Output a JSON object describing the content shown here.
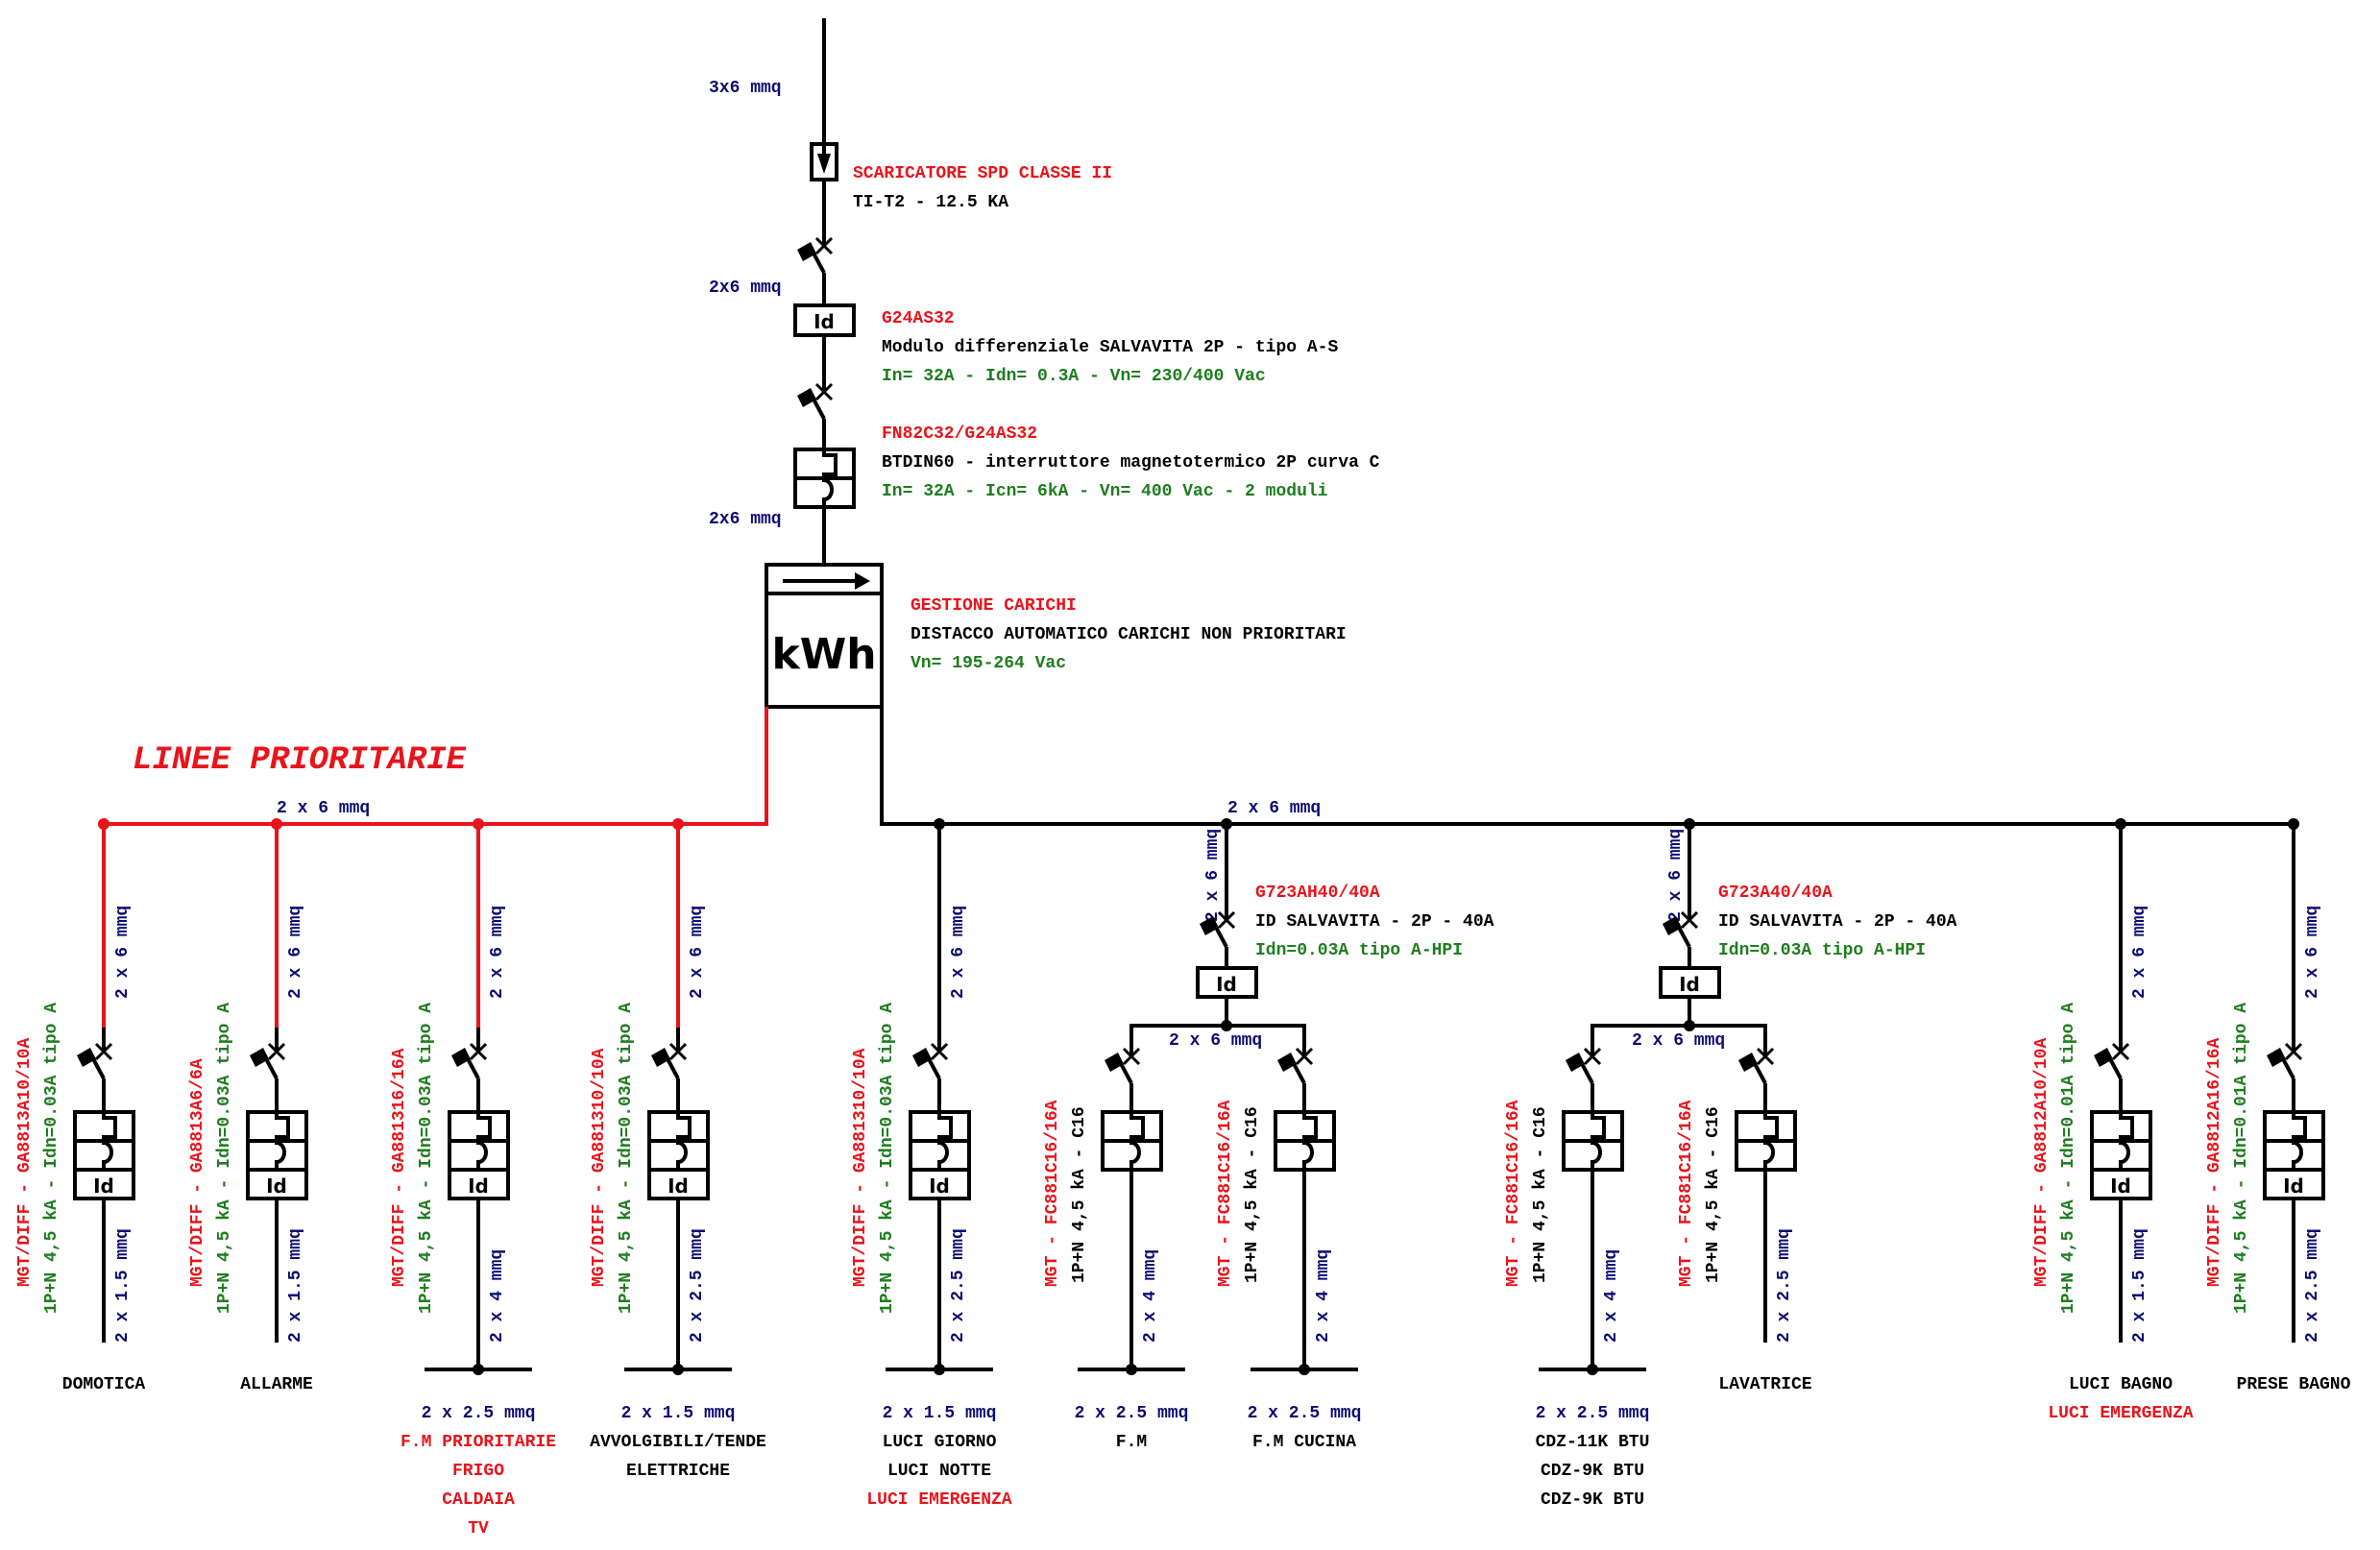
{
  "colors": {
    "red": "#e8141b",
    "green": "#1e7d1e",
    "navy": "#0d0d73",
    "black": "#000000"
  },
  "header_labels": {
    "cable_in": "3x6 mmq",
    "cable_after_spd": "2x6 mmq",
    "cable_after_mt": "2x6 mmq"
  },
  "spd": {
    "code": "SCARICATORE SPD CLASSE II",
    "desc": "TI-T2 -   12.5 KA"
  },
  "main_diff": {
    "code": "G24AS32",
    "desc": "Modulo differenziale SALVAVITA 2P - tipo A-S",
    "spec": "In= 32A - Idn= 0.3A - Vn= 230/400 Vac",
    "symbol": "Id"
  },
  "main_mt": {
    "code": "FN82C32/G24AS32",
    "desc": "BTDIN60 - interruttore magnetotermico 2P curva C",
    "spec": "In= 32A - Icn= 6kA - Vn= 400 Vac - 2 moduli"
  },
  "load_mgmt": {
    "code": "GESTIONE CARICHI",
    "desc": "DISTACCO AUTOMATICO CARICHI NON PRIORITARI",
    "spec": "Vn= 195-264 Vac",
    "symbol": "kWh"
  },
  "priority_title": "LINEE PRIORITARIE",
  "bus_red_label": "2 x 6 mmq",
  "bus_black_label": "2 x 6 mmq",
  "salvavita_groups": [
    {
      "code": "G723AH40/40A",
      "desc": "ID SALVAVITA -  2P - 40A",
      "spec": "Idn=0.03A tipo A-HPI",
      "cable_in": "2 x 6 mmq",
      "sub_bus_label": "2 x 6 mmq",
      "symbol": "Id"
    },
    {
      "code": "G723A40/40A",
      "desc": "ID SALVAVITA -  2P - 40A",
      "spec": "Idn=0.03A tipo A-HPI",
      "cable_in": "2 x 6 mmq",
      "sub_bus_label": "2 x 6 mmq",
      "symbol": "Id"
    }
  ],
  "circuits": [
    {
      "type": "diff",
      "priority": true,
      "code": "MGT/DIFF - GA8813A10/10A",
      "spec": "1P+N 4,5 kA - Idn=0.03A tipo A",
      "cable_in": "2 x 6 mmq",
      "cable_out": "2 x 1.5 mmq",
      "terminal_bar": false,
      "end_cable": "",
      "loads": [
        {
          "text": "DOMOTICA",
          "color": "black"
        }
      ]
    },
    {
      "type": "diff",
      "priority": true,
      "code": "MGT/DIFF - GA8813A6/6A",
      "spec": "1P+N 4,5 kA - Idn=0.03A tipo A",
      "cable_in": "2 x 6 mmq",
      "cable_out": "2 x 1.5 mmq",
      "terminal_bar": false,
      "end_cable": "",
      "loads": [
        {
          "text": "ALLARME",
          "color": "black"
        }
      ]
    },
    {
      "type": "diff",
      "priority": true,
      "code": "MGT/DIFF - GA881316/16A",
      "spec": "1P+N 4,5 kA - Idn=0.03A tipo A",
      "cable_in": "2 x 6 mmq",
      "cable_out": "2 x 4 mmq",
      "terminal_bar": true,
      "end_cable": "2 x 2.5 mmq",
      "loads": [
        {
          "text": "F.M PRIORITARIE",
          "color": "red"
        },
        {
          "text": "FRIGO",
          "color": "red"
        },
        {
          "text": "CALDAIA",
          "color": "red"
        },
        {
          "text": "TV",
          "color": "red"
        }
      ]
    },
    {
      "type": "diff",
      "priority": true,
      "code": "MGT/DIFF - GA881310/10A",
      "spec": "1P+N 4,5 kA - Idn=0.03A tipo A",
      "cable_in": "2 x 6 mmq",
      "cable_out": "2 x 2.5 mmq",
      "terminal_bar": true,
      "end_cable": "2 x 1.5 mmq",
      "loads": [
        {
          "text": "AVVOLGIBILI/TENDE",
          "color": "black"
        },
        {
          "text": "ELETTRICHE",
          "color": "black"
        }
      ]
    },
    {
      "type": "diff",
      "priority": false,
      "code": "MGT/DIFF - GA881310/10A",
      "spec": "1P+N 4,5 kA - Idn=0.03A tipo A",
      "cable_in": "2 x 6 mmq",
      "cable_out": "2 x 2.5 mmq",
      "terminal_bar": true,
      "end_cable": "2 x 1.5 mmq",
      "loads": [
        {
          "text": "LUCI GIORNO",
          "color": "black"
        },
        {
          "text": "LUCI NOTTE",
          "color": "black"
        },
        {
          "text": "LUCI EMERGENZA",
          "color": "red"
        }
      ]
    },
    {
      "type": "mt",
      "priority": false,
      "group": 0,
      "code": "MGT - FC881C16/16A",
      "spec": "1P+N 4,5 kA - C16",
      "cable_out": "2 x 4 mmq",
      "terminal_bar": true,
      "end_cable": "2 x 2.5 mmq",
      "loads": [
        {
          "text": "F.M",
          "color": "black"
        }
      ]
    },
    {
      "type": "mt",
      "priority": false,
      "group": 0,
      "code": "MGT - FC881C16/16A",
      "spec": "1P+N 4,5 kA - C16",
      "cable_out": "2 x 4 mmq",
      "terminal_bar": true,
      "end_cable": "2 x 2.5 mmq",
      "loads": [
        {
          "text": "F.M CUCINA",
          "color": "black"
        }
      ]
    },
    {
      "type": "mt",
      "priority": false,
      "group": 1,
      "code": "MGT - FC881C16/16A",
      "spec": "1P+N 4,5 kA - C16",
      "cable_out": "2 x 4 mmq",
      "terminal_bar": true,
      "end_cable": "2 x 2.5 mmq",
      "loads": [
        {
          "text": "CDZ-11K BTU",
          "color": "black"
        },
        {
          "text": "CDZ-9K BTU",
          "color": "black"
        },
        {
          "text": "CDZ-9K BTU",
          "color": "black"
        }
      ]
    },
    {
      "type": "mt",
      "priority": false,
      "group": 1,
      "code": "MGT - FC881C16/16A",
      "spec": "1P+N 4,5 kA - C16",
      "cable_out": "2 x 2.5 mmq",
      "terminal_bar": false,
      "end_cable": "",
      "loads": [
        {
          "text": "LAVATRICE",
          "color": "black"
        }
      ]
    },
    {
      "type": "diff",
      "priority": false,
      "code": "MGT/DIFF - GA8812A10/10A",
      "spec": "1P+N 4,5 kA - Idn=0.01A tipo A",
      "cable_in": "2 x 6 mmq",
      "cable_out": "2 x 1.5 mmq",
      "terminal_bar": false,
      "end_cable": "",
      "loads": [
        {
          "text": "LUCI BAGNO",
          "color": "black"
        },
        {
          "text": "LUCI EMERGENZA",
          "color": "red"
        }
      ]
    },
    {
      "type": "diff",
      "priority": false,
      "code": "MGT/DIFF - GA8812A16/16A",
      "spec": "1P+N 4,5 kA - Idn=0.01A tipo A",
      "cable_in": "2 x 6 mmq",
      "cable_out": "2 x 2.5 mmq",
      "terminal_bar": false,
      "end_cable": "",
      "loads": [
        {
          "text": "PRESE BAGNO",
          "color": "black"
        }
      ]
    }
  ]
}
